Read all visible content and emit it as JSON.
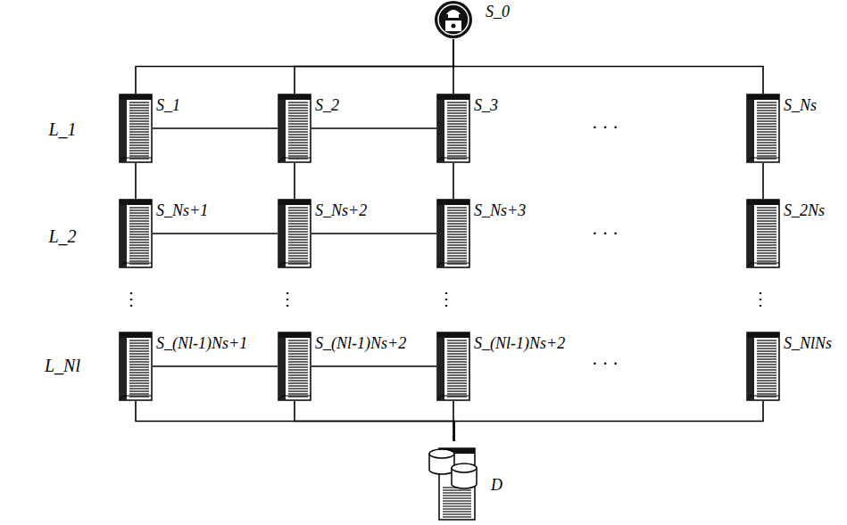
{
  "diagram": {
    "nodes": [
      {
        "text": [
          "S_0"
        ]
      },
      {
        "text": [
          "S_1"
        ]
      },
      {
        "text": [
          "S_2"
        ]
      },
      {
        "text": [
          "S_3"
        ]
      },
      {
        "text": [
          "S_Ns"
        ]
      },
      {
        "text": [
          "S_Ns+1"
        ]
      },
      {
        "text": [
          "S_Ns+2"
        ]
      },
      {
        "text": [
          "S_Ns+3"
        ]
      },
      {
        "text": [
          "S_2Ns"
        ]
      },
      {
        "text": [
          "S_(Nl-1)Ns+1"
        ]
      },
      {
        "text": [
          "S_(Nl-1)Ns+2"
        ]
      },
      {
        "text": [
          "S_(Nl-1)Ns+2"
        ]
      },
      {
        "text": [
          "S_NlNs"
        ]
      },
      {
        "text": [
          "D"
        ]
      }
    ],
    "edges": [
      {
        "from": 0,
        "to": 1,
        "arrow": "none"
      },
      {
        "from": 0,
        "to": 2,
        "arrow": "none"
      },
      {
        "from": 0,
        "to": 3,
        "arrow": "none"
      },
      {
        "from": 0,
        "to": 4,
        "arrow": "none"
      },
      {
        "from": 1,
        "to": 2,
        "arrow": "none"
      },
      {
        "from": 2,
        "to": 3,
        "arrow": "none"
      },
      {
        "from": 1,
        "to": 5,
        "arrow": "none"
      },
      {
        "from": 2,
        "to": 6,
        "arrow": "none"
      },
      {
        "from": 3,
        "to": 7,
        "arrow": "none"
      },
      {
        "from": 4,
        "to": 8,
        "arrow": "none"
      },
      {
        "from": 5,
        "to": 6,
        "arrow": "none"
      },
      {
        "from": 6,
        "to": 7,
        "arrow": "none"
      },
      {
        "from": 9,
        "to": 10,
        "arrow": "none"
      },
      {
        "from": 10,
        "to": 11,
        "arrow": "none"
      },
      {
        "from": 9,
        "to": 13,
        "arrow": "none"
      },
      {
        "from": 10,
        "to": 13,
        "arrow": "none"
      },
      {
        "from": 11,
        "to": 13,
        "arrow": "none"
      },
      {
        "from": 12,
        "to": 13,
        "arrow": "none"
      }
    ],
    "labels": [
      "L_1",
      "L_2",
      "L_Nl",
      "· · ·",
      "· · ·",
      "· · ·",
      "⋮",
      "⋮",
      "⋮",
      "⋮"
    ]
  }
}
